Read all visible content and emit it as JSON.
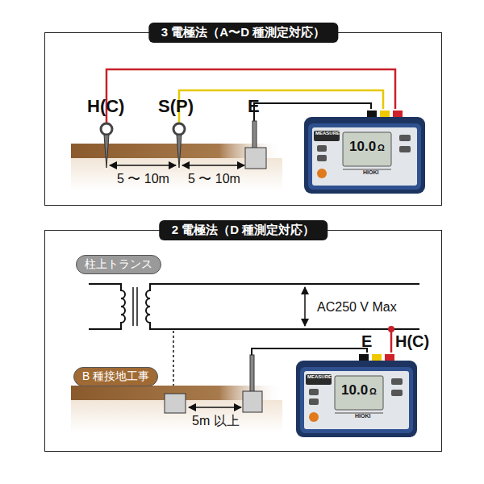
{
  "diagram": {
    "nodes": [
      {
        "text": [
          "3 電極法（A〜D 種測定対応）"
        ]
      },
      {
        "text": [
          "2 電極法（D 種測定対応）"
        ]
      },
      {
        "text": [
          "柱上トランス"
        ],
        "in": 1
      },
      {
        "text": [
          "B 種接地工事"
        ],
        "in": 1
      }
    ],
    "labels": [
      "H(C)",
      "S(P)",
      "E",
      "5 〜 10m",
      "5 〜 10m",
      "MEASURE",
      "10.0",
      "Ω",
      "HIOKI",
      "AC250 V Max",
      "E",
      "H(C)",
      "5m 以上",
      "MEASURE",
      "10.0",
      "Ω",
      "HIOKI"
    ]
  }
}
